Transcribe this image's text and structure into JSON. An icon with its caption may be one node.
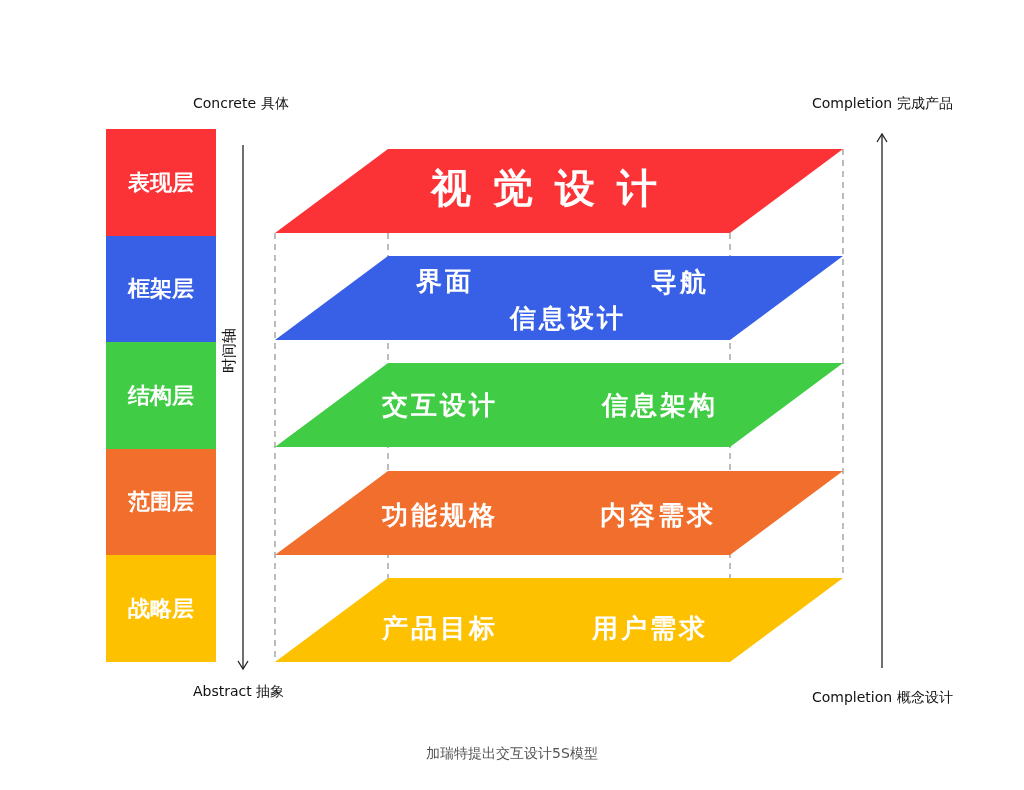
{
  "diagram": {
    "caption": "加瑞特提出交互设计5S模型",
    "nodes": [
      {
        "text": [
          "表现层"
        ]
      },
      {
        "text": [
          "框架层"
        ]
      },
      {
        "text": [
          "结构层"
        ]
      },
      {
        "text": [
          "范围层"
        ]
      },
      {
        "text": [
          "战略层"
        ]
      },
      {
        "text": [
          "视觉设计"
        ]
      },
      {
        "text": [
          "界面",
          "导航",
          "信息设计"
        ]
      },
      {
        "text": [
          "交互设计",
          "信息架构"
        ]
      },
      {
        "text": [
          "功能规格",
          "内容需求"
        ]
      },
      {
        "text": [
          "产品目标",
          "用户需求"
        ]
      }
    ],
    "labels": [
      "Concrete 具体",
      "时间轴",
      "Abstract 抽象",
      "Completion 完成产品",
      "Completion 概念设计"
    ]
  }
}
